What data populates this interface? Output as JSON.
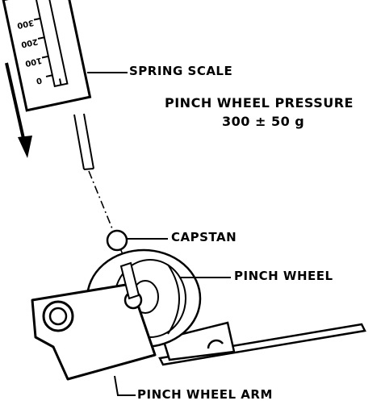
{
  "labels": {
    "spring_scale": "SPRING SCALE",
    "pressure_title": "PINCH WHEEL PRESSURE",
    "pressure_value": "300 ± 50 g",
    "capstan": "CAPSTAN",
    "pinch_wheel": "PINCH WHEEL",
    "pinch_wheel_arm": "PINCH WHEEL ARM"
  },
  "scale_ticks": [
    "300",
    "200",
    "100",
    "0"
  ],
  "colors": {
    "ink": "#000000",
    "paper": "#ffffff"
  }
}
